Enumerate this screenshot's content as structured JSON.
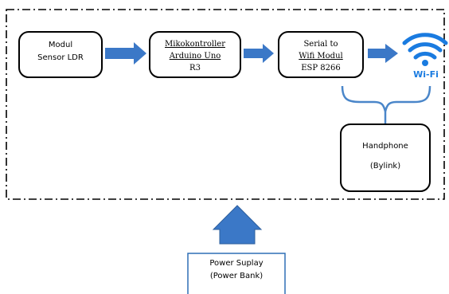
{
  "diagram": {
    "boxes": {
      "modul": {
        "line1": "Modul",
        "line2": "Sensor LDR"
      },
      "mikro": {
        "line1": "Mikokontroller",
        "line2": "Arduino Uno",
        "line3": "R3"
      },
      "serial": {
        "line1": "Serial to",
        "line2": "Wifi Modul",
        "line3": "ESP 8266"
      },
      "handphone": {
        "line1": "Handphone",
        "line2": "(Bylink)"
      },
      "power": {
        "line1": "Power Suplay",
        "line2": "(Power Bank)"
      }
    },
    "wifi_label": "Wi-Fi"
  },
  "colors": {
    "arrow": "#3b78c7",
    "wifi": "#1a7be0",
    "bracket": "#4a86c9",
    "power_border": "#2f6fb6"
  }
}
